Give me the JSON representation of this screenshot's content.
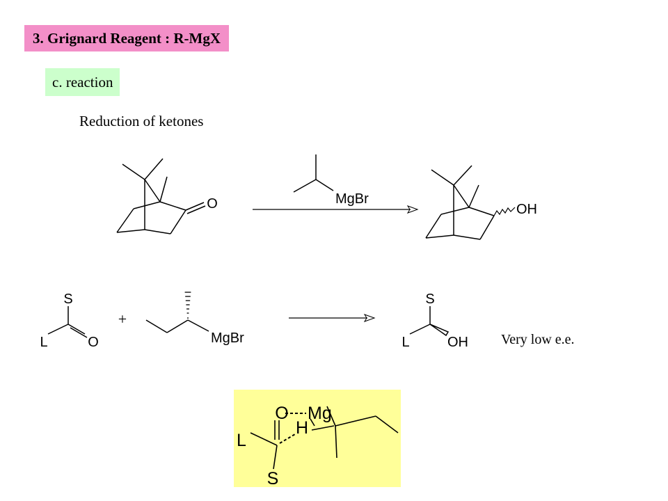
{
  "header": {
    "title": "3. Grignard Reagent : R-MgX",
    "subtitle": "c. reaction"
  },
  "section": {
    "label": "Reduction of ketones"
  },
  "reaction1": {
    "ketone_oxygen": "O",
    "reagent_label": "MgBr",
    "product_group": "OH"
  },
  "reaction2": {
    "substituent_small": "S",
    "substituent_large": "L",
    "carbonyl_oxygen": "O",
    "plus_sign": "+",
    "reagent_label": "MgBr",
    "product_small": "S",
    "product_large": "L",
    "product_group": "OH",
    "result_note": "Very low e.e."
  },
  "transition_state": {
    "oxygen": "O",
    "magnesium": "Mg",
    "hydrogen": "H",
    "large_group": "L",
    "small_group": "S",
    "background_color": "#ffff99"
  },
  "colors": {
    "title_bg": "#f38fc8",
    "subtitle_bg": "#ccffcc"
  }
}
